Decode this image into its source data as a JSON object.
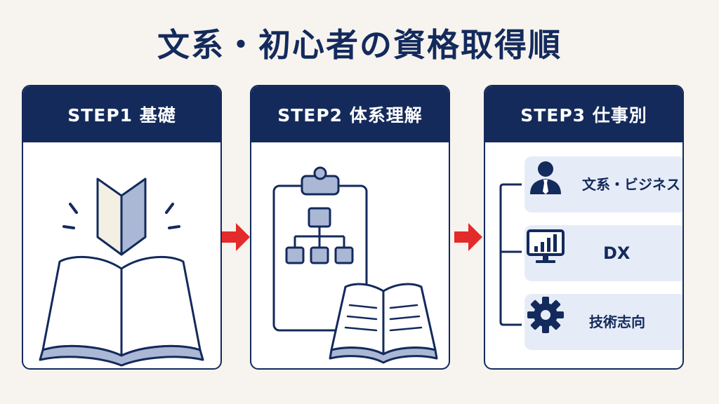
{
  "title": "文系・初心者の資格取得順",
  "steps": [
    {
      "label": "STEP1 基礎",
      "icon": "beginner-leaf-book-icon"
    },
    {
      "label": "STEP2 体系理解",
      "icon": "clipboard-org-chart-book-icon"
    },
    {
      "label": "STEP3 仕事別",
      "icon": "branch-bracket-icon"
    }
  ],
  "roles": [
    {
      "label": "文系・ビジネス",
      "icon": "businessperson-icon"
    },
    {
      "label": "DX",
      "icon": "monitor-chart-icon"
    },
    {
      "label": "技術志向",
      "icon": "gear-icon"
    }
  ],
  "colors": {
    "navy": "#142a5a",
    "arrow_red": "#e32b2b",
    "role_bg": "#e6ecf7",
    "page_bg": "#f7f3ee"
  }
}
